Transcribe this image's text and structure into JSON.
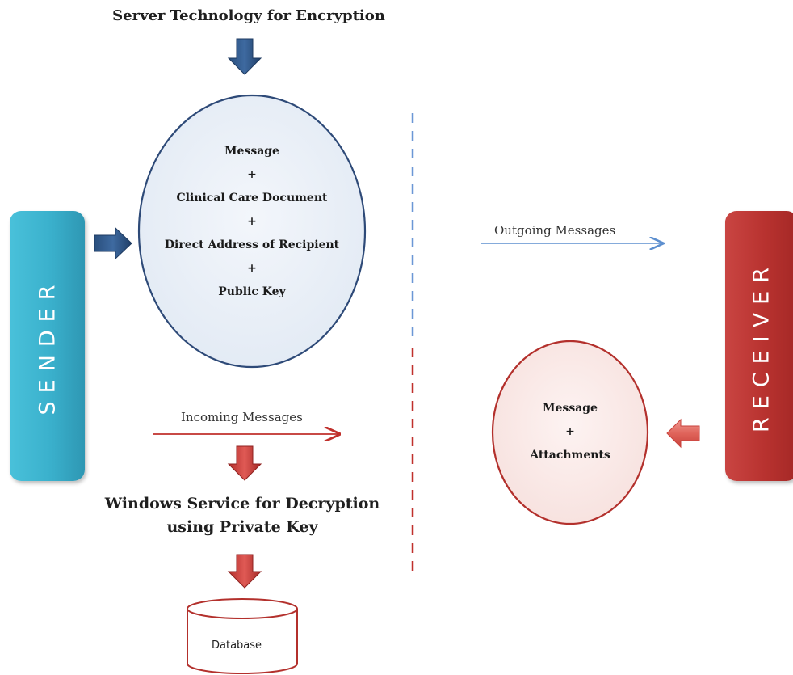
{
  "header": {
    "title": "Server Technology for Encryption"
  },
  "sender": {
    "label": "SENDER",
    "color": "#3ab0cc"
  },
  "receiver": {
    "label": "RECEIVER",
    "color": "#b8322f"
  },
  "sender_message": {
    "lines": [
      "Message",
      "+",
      "Clinical Care Document",
      "+",
      "Direct Address of Recipient",
      "+",
      "Public Key"
    ]
  },
  "receiver_message": {
    "lines": [
      "Message",
      "+",
      "Attachments"
    ]
  },
  "outgoing": {
    "label": "Outgoing Messages"
  },
  "incoming": {
    "label": "Incoming Messages"
  },
  "decryption": {
    "line1": "Windows Service for Decryption",
    "line2": "using Private Key"
  },
  "database": {
    "label": "Database"
  }
}
